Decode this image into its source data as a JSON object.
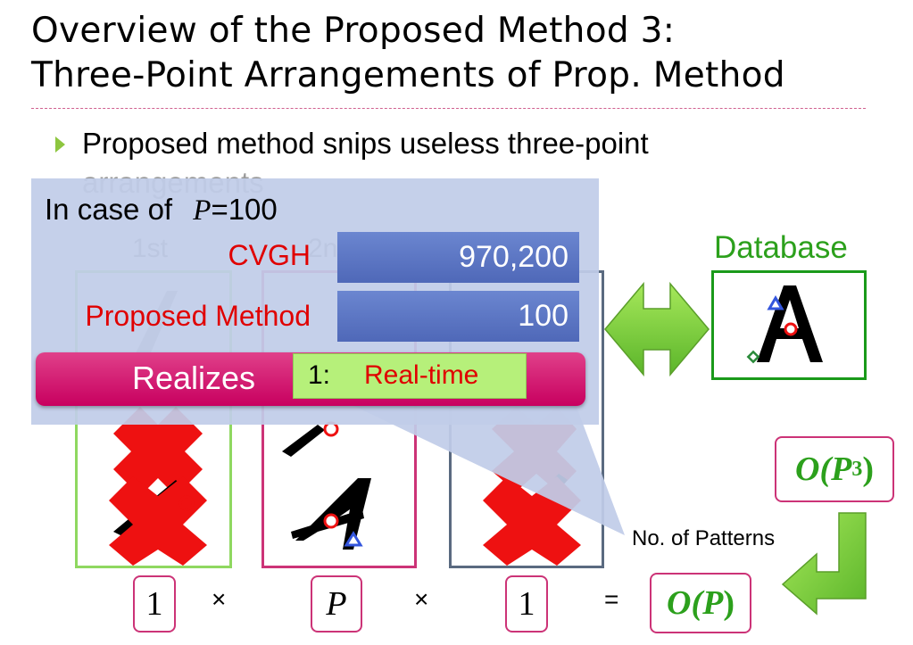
{
  "title": {
    "line1": "Overview of the Proposed Method 3:",
    "line2": "Three-Point Arrangements of Prop. Method"
  },
  "bullet": {
    "line1": "Proposed method snips useless three-point",
    "line2": "arrangements"
  },
  "columns": {
    "first_label": "1st",
    "second_label": "2n"
  },
  "overlay": {
    "case_prefix": "In case of",
    "case_var": "P",
    "case_value": "=100",
    "rows": [
      {
        "label": "CVGH",
        "value": "970,200"
      },
      {
        "label": "Proposed Method",
        "value": "100"
      }
    ],
    "realizes": "Realizes",
    "realtime_num": "1:",
    "realtime_label": "Real-time"
  },
  "database": {
    "label": "Database"
  },
  "complexity": {
    "cvgh": "O(P3)",
    "cvgh_base": "O(P",
    "cvgh_exp": "3",
    "cvgh_close": ")",
    "proposed_base": "O(",
    "proposed_var": "P",
    "proposed_close": ")"
  },
  "no_of_patterns": "No. of Patterns",
  "equation": {
    "a": "1",
    "op1": "×",
    "b": "P",
    "op2": "×",
    "c": "1",
    "eq": "="
  },
  "colors": {
    "accent_pink": "#cc3377",
    "green": "#2ca01c",
    "red": "#e00000",
    "bar_blue": "#5670c0"
  }
}
